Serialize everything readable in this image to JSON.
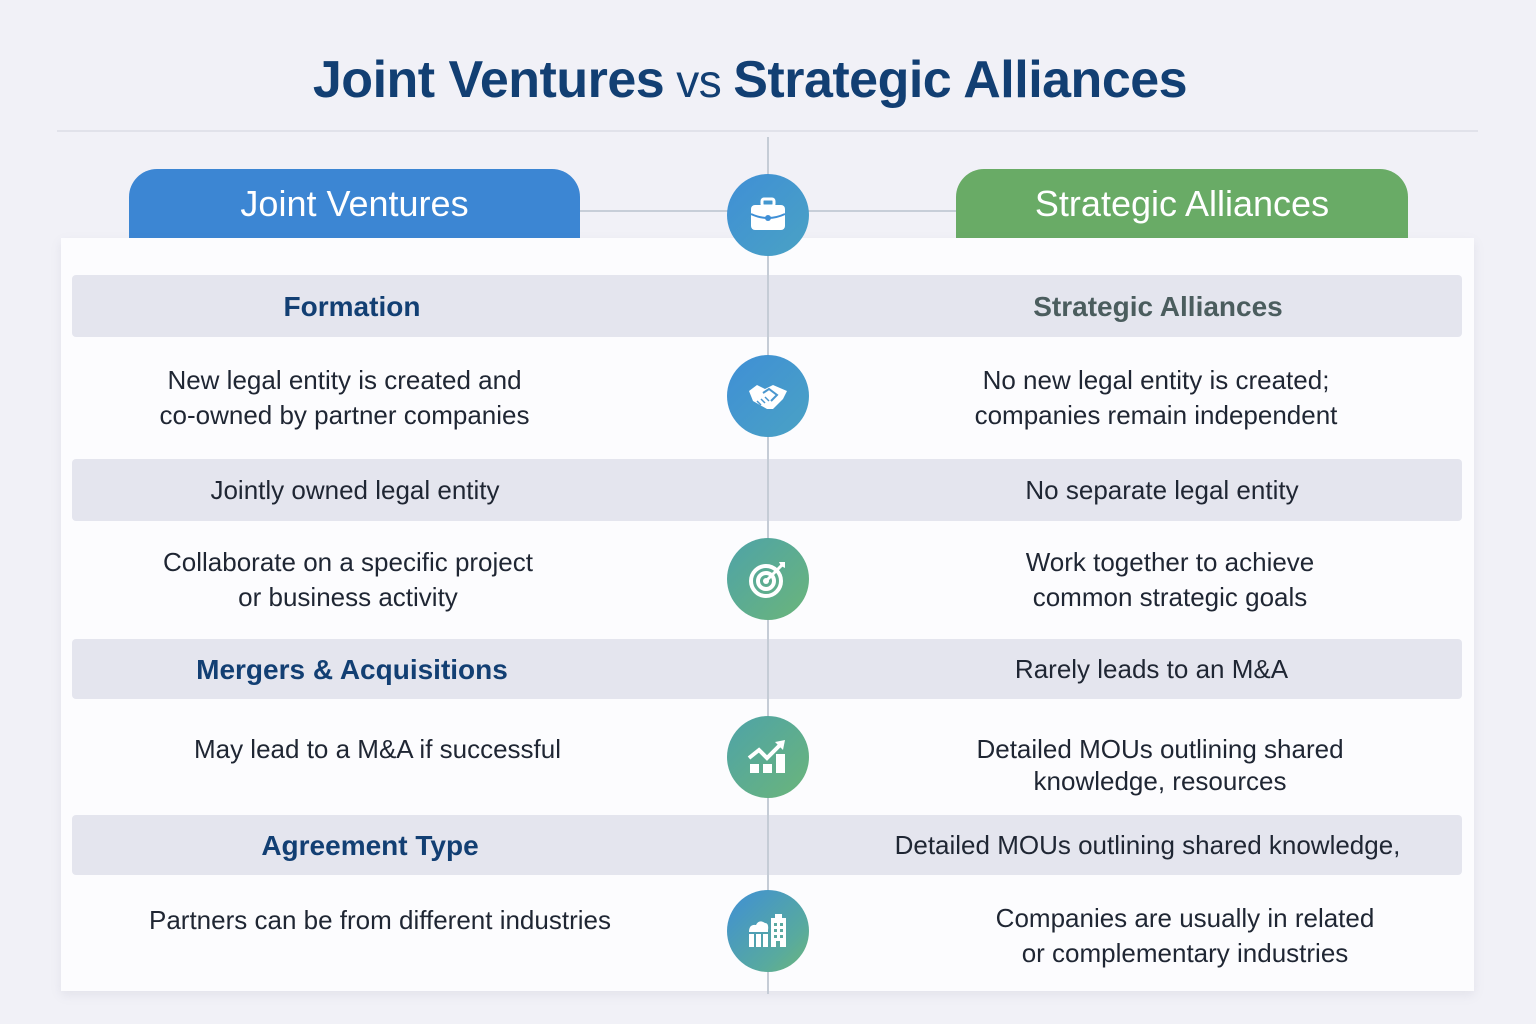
{
  "title": {
    "left": "Joint Ventures",
    "vs": "vs",
    "right": "Strategic Alliances"
  },
  "tabs": {
    "joint_ventures": "Joint Ventures",
    "strategic_alliances": "Strategic Alliances"
  },
  "colors": {
    "title": "#123f73",
    "joint_ventures_tab": "#3c86d3",
    "strategic_alliances_tab": "#69ab66",
    "band": "#e4e5ee",
    "background": "#f1f1f7"
  },
  "header_icon": "briefcase-icon",
  "rows": [
    {
      "type": "band",
      "left": "Formation",
      "right": "Strategic Alliances",
      "left_heading": true,
      "right_heading": true
    },
    {
      "type": "plain",
      "left": "New legal entity is created and\nco-owned by partner companies",
      "right": "No new legal entity is created;\ncompanies remain independent",
      "icon": "handshake-icon"
    },
    {
      "type": "band",
      "left": "Jointly owned legal entity",
      "right": "No separate legal entity"
    },
    {
      "type": "plain",
      "left": "Collaborate on a specific project\nor business activity",
      "right": "Work together to achieve\ncommon strategic goals",
      "icon": "target-icon"
    },
    {
      "type": "band",
      "left": "Mergers & Acquisitions",
      "right": "Rarely leads to an M&A",
      "left_heading": true
    },
    {
      "type": "plain",
      "left": "May lead to a M&A if successful",
      "right": "Detailed MOUs outlining shared\nknowledge, resources",
      "icon": "growth-chart-icon"
    },
    {
      "type": "band",
      "left": "Agreement Type",
      "right": "Detailed MOUs outlining shared knowledge,",
      "left_heading": true
    },
    {
      "type": "plain",
      "left": "Partners can be from different industries",
      "right": "Companies are usually in related\nor complementary industries",
      "icon": "industry-buildings-icon"
    }
  ]
}
